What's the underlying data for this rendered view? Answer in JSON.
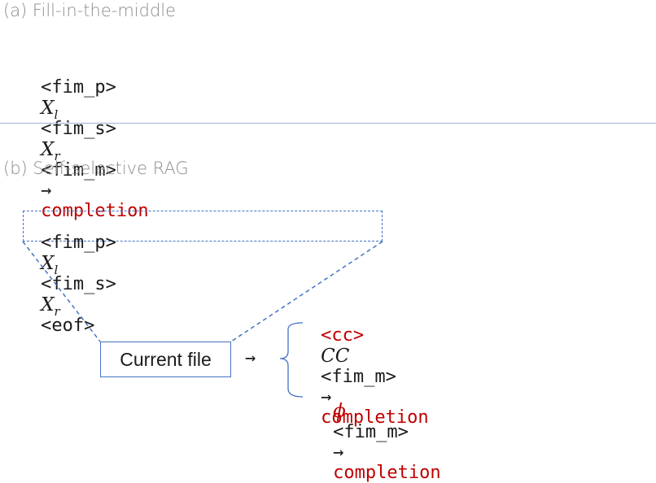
{
  "section_a": {
    "title": "(a) Fill-in-the-middle",
    "seq": {
      "tok_prefix": "<fim_p>",
      "x_left": "X",
      "x_left_sub": "l",
      "tok_suffix": "<fim_s>",
      "x_right": "X",
      "x_right_sub": "r",
      "tok_middle": "<fim_m>",
      "arrow": "→",
      "completion": "completion"
    }
  },
  "section_b": {
    "title": "(b) Self-selective RAG",
    "box_seq": {
      "tok_prefix": "<fim_p>",
      "x_left": "X",
      "x_left_sub": "l",
      "tok_suffix": "<fim_s>",
      "x_right": "X",
      "x_right_sub": "r",
      "tok_eof": "<eof>"
    },
    "current_file_label": "Current file",
    "arrow": "→",
    "branch_top": {
      "tok_cc": "<cc>",
      "cc": "CC",
      "tok_middle": "<fim_m>",
      "arrow": "→",
      "completion": "completion"
    },
    "branch_bottom": {
      "phi": "ϕ",
      "tok_middle": "<fim_m>",
      "arrow": "→",
      "completion": "completion"
    }
  },
  "colors": {
    "accent_red": "#c00000",
    "box_blue": "#4472c4",
    "title_gray": "#8c8c8c"
  }
}
